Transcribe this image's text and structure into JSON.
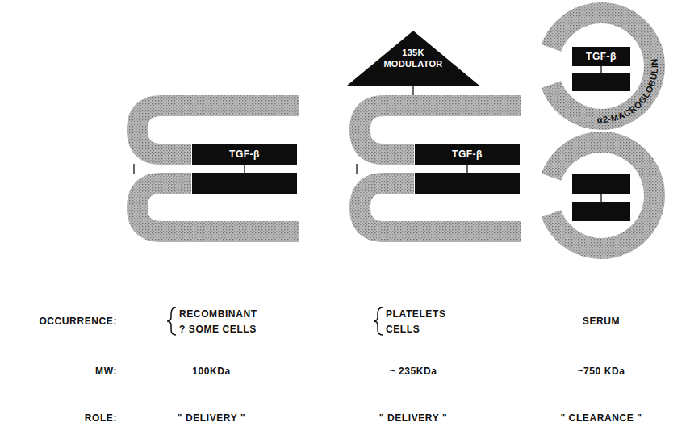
{
  "diagram": {
    "nodes": [
      {
        "text": [
          "TGF-β"
        ]
      },
      {
        "text": [
          "135K MODULATOR"
        ]
      },
      {
        "text": [
          "TGF-β"
        ]
      },
      {
        "text": [
          "α2-MACROGLOBULIN"
        ]
      },
      {
        "text": [
          "TGF-β"
        ],
        "in": 3
      }
    ],
    "labels": [
      "OCCURRENCE:",
      "RECOMBINANT",
      "? SOME CELLS",
      "PLATELETS",
      "CELLS",
      "SERUM",
      "MW:",
      "100KDa",
      "~ 235KDa",
      "~750 KDa",
      "ROLE:",
      "\" DELIVERY \"",
      "\" DELIVERY \"",
      "\" CLEARANCE \""
    ]
  }
}
